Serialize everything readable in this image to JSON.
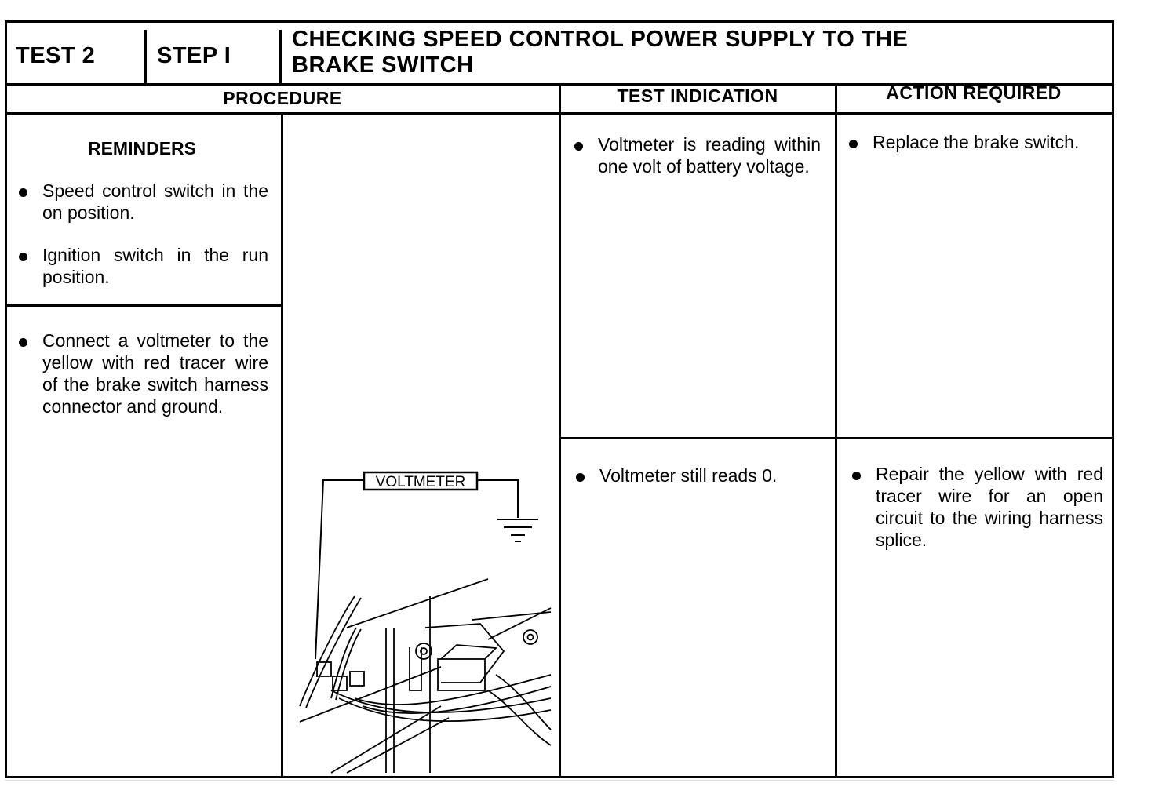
{
  "header": {
    "test": "TEST 2",
    "step": "STEP I",
    "title_line1": "CHECKING SPEED CONTROL POWER SUPPLY TO THE",
    "title_line2": "BRAKE SWITCH"
  },
  "columns": {
    "procedure": "PROCEDURE",
    "test_indication": "TEST INDICATION",
    "action_required": "ACTION REQUIRED"
  },
  "reminders": {
    "title": "REMINDERS",
    "items": [
      "Speed control switch in the on position.",
      "Ignition switch in the run position."
    ]
  },
  "procedure_steps": [
    "Connect a voltmeter to the yellow with red tracer wire of the brake switch harness connector and ground."
  ],
  "diagram": {
    "voltmeter_label": "VOLTMETER"
  },
  "results": [
    {
      "indication": "Voltmeter is reading within one volt of battery voltage.",
      "action": "Replace the brake switch."
    },
    {
      "indication": "Voltmeter still reads 0.",
      "action": "Repair the yellow with red tracer wire for an open circuit to the wiring harness splice."
    }
  ]
}
